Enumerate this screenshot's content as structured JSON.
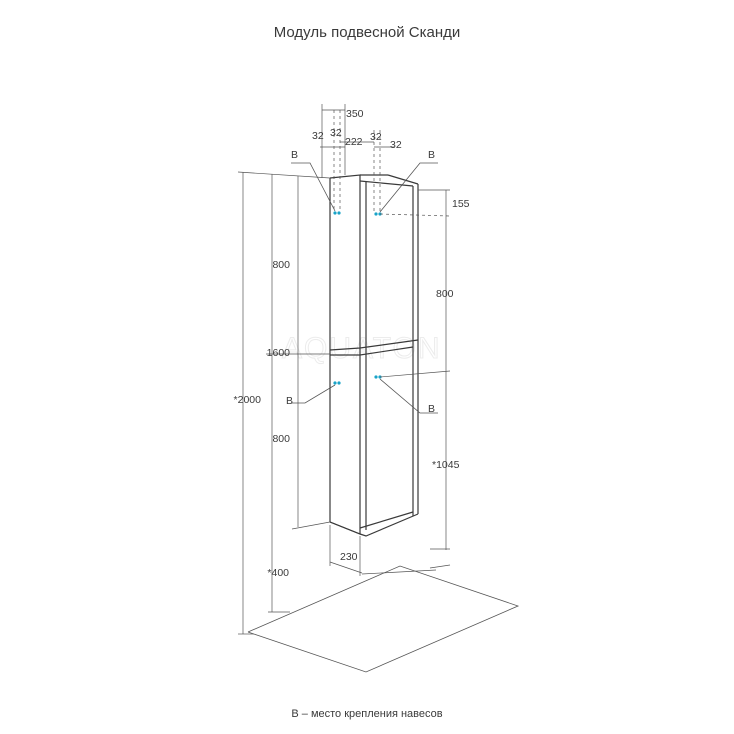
{
  "title": "Модуль подвесной Сканди",
  "caption": "В – место крепления навесов",
  "watermark": "AQUATON",
  "mount_label": "В",
  "dimensions": {
    "top_width": "350",
    "offset_left_1": "32",
    "offset_left_2": "32",
    "hole_spacing": "222",
    "offset_right_1": "32",
    "offset_right_2": "32",
    "top_offset": "155",
    "upper_section": "800",
    "upper_section_right": "800",
    "lower_section": "800",
    "section_height": "1600",
    "total_height": "*2000",
    "lower_mount_height": "*1045",
    "floor_clearance": "*400",
    "depth": "230"
  },
  "colors": {
    "line": "#3a3a3a",
    "thin_line": "#555555",
    "mount_point": "#1aa3c8"
  }
}
